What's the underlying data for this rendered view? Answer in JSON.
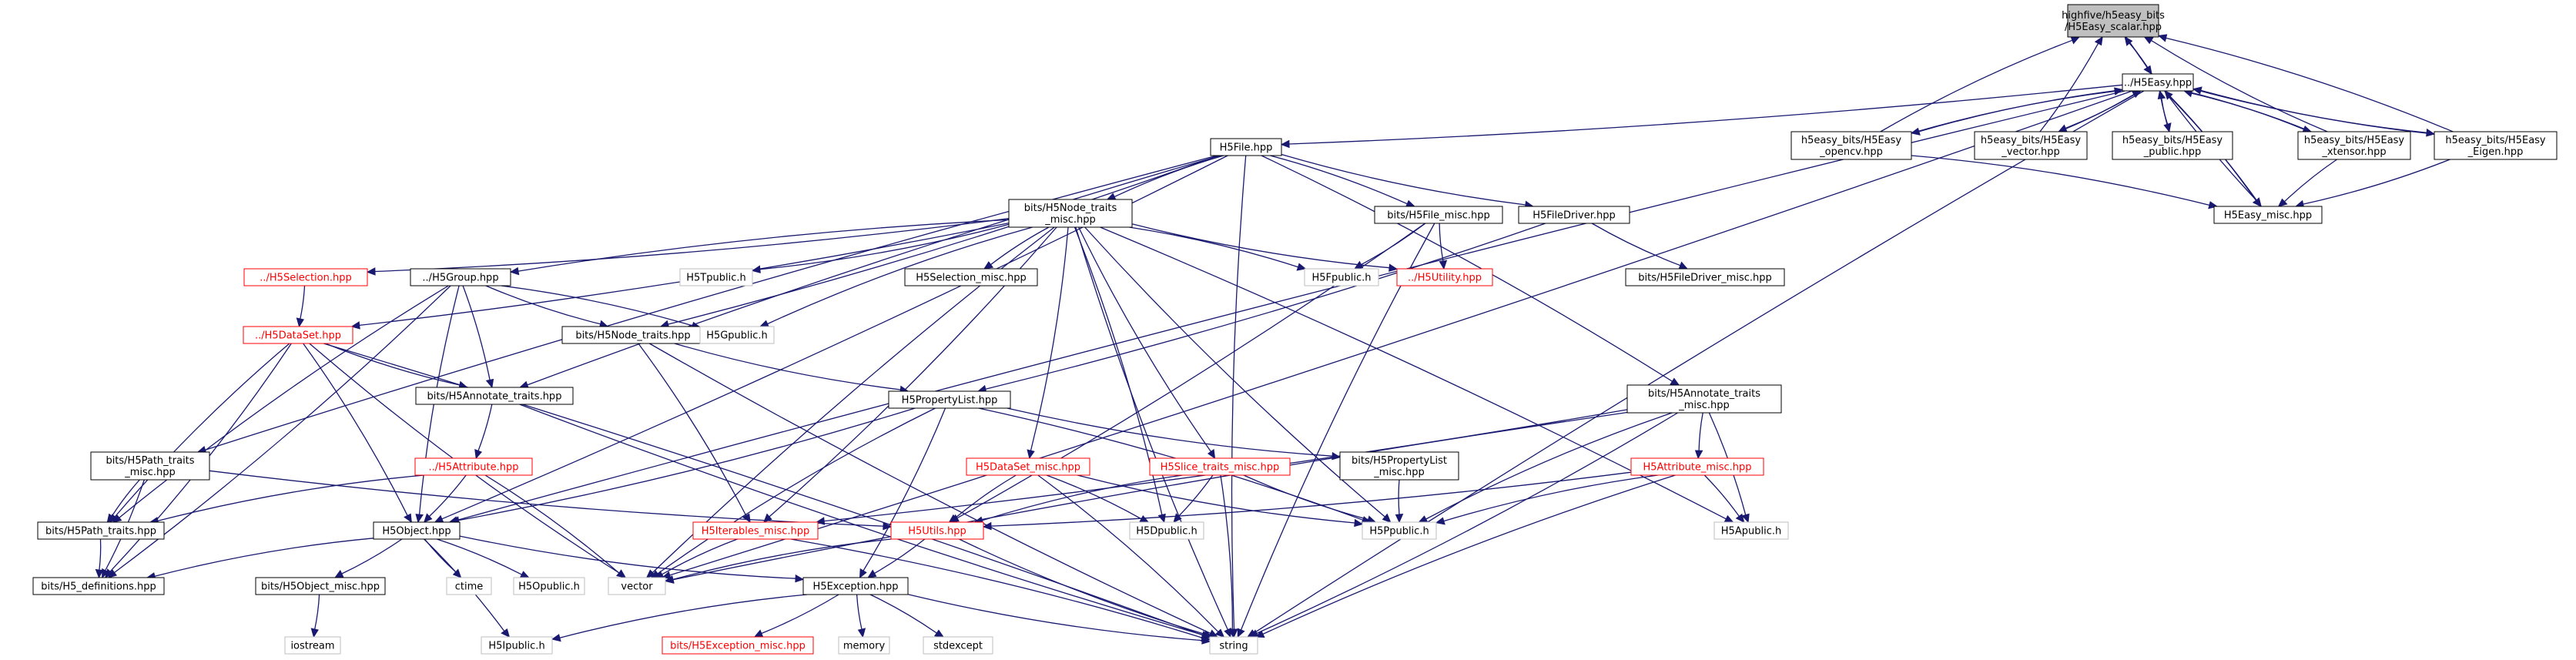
{
  "diagram": {
    "type": "include-dependency-graph",
    "colors": {
      "edge": "#191970",
      "focus_fill": "#bfbfbf",
      "documented_border": "#000000",
      "undocumented_border": "#bfbfbf",
      "missing_border": "#ff0000",
      "missing_text": "#ff0000"
    },
    "nodes": [
      {
        "id": "scalar",
        "lines": [
          "highfive/h5easy_bits",
          "/H5Easy_scalar.hpp"
        ],
        "style": "focus"
      },
      {
        "id": "h5easy",
        "lines": [
          "../H5Easy.hpp"
        ],
        "style": "normal"
      },
      {
        "id": "opencv",
        "lines": [
          "h5easy_bits/H5Easy",
          "_opencv.hpp"
        ],
        "style": "normal"
      },
      {
        "id": "vectorh",
        "lines": [
          "h5easy_bits/H5Easy",
          "_vector.hpp"
        ],
        "style": "normal"
      },
      {
        "id": "publich",
        "lines": [
          "h5easy_bits/H5Easy",
          "_public.hpp"
        ],
        "style": "normal"
      },
      {
        "id": "xtensor",
        "lines": [
          "h5easy_bits/H5Easy",
          "_xtensor.hpp"
        ],
        "style": "normal"
      },
      {
        "id": "eigen",
        "lines": [
          "h5easy_bits/H5Easy",
          "_Eigen.hpp"
        ],
        "style": "normal"
      },
      {
        "id": "easymisc",
        "lines": [
          "H5Easy_misc.hpp"
        ],
        "style": "normal"
      },
      {
        "id": "h5file",
        "lines": [
          "H5File.hpp"
        ],
        "style": "normal"
      },
      {
        "id": "nodetraitsmisc",
        "lines": [
          "bits/H5Node_traits",
          "_misc.hpp"
        ],
        "style": "normal"
      },
      {
        "id": "filemisc",
        "lines": [
          "bits/H5File_misc.hpp"
        ],
        "style": "normal"
      },
      {
        "id": "filedriver",
        "lines": [
          "H5FileDriver.hpp"
        ],
        "style": "normal"
      },
      {
        "id": "selection",
        "lines": [
          "../H5Selection.hpp"
        ],
        "style": "missing"
      },
      {
        "id": "group",
        "lines": [
          "../H5Group.hpp"
        ],
        "style": "normal"
      },
      {
        "id": "tpublic",
        "lines": [
          "H5Tpublic.h"
        ],
        "style": "undocumented"
      },
      {
        "id": "selmisc",
        "lines": [
          "H5Selection_misc.hpp"
        ],
        "style": "normal"
      },
      {
        "id": "fpublic",
        "lines": [
          "H5Fpublic.h"
        ],
        "style": "undocumented"
      },
      {
        "id": "utility",
        "lines": [
          "../H5Utility.hpp"
        ],
        "style": "missing"
      },
      {
        "id": "filedrivermisc",
        "lines": [
          "bits/H5FileDriver_misc.hpp"
        ],
        "style": "normal"
      },
      {
        "id": "dataset",
        "lines": [
          "../H5DataSet.hpp"
        ],
        "style": "missing"
      },
      {
        "id": "nodetraits",
        "lines": [
          "bits/H5Node_traits.hpp"
        ],
        "style": "normal"
      },
      {
        "id": "gpublic",
        "lines": [
          "H5Gpublic.h"
        ],
        "style": "undocumented"
      },
      {
        "id": "annotatetraits",
        "lines": [
          "bits/H5Annotate_traits.hpp"
        ],
        "style": "normal"
      },
      {
        "id": "proplist",
        "lines": [
          "H5PropertyList.hpp"
        ],
        "style": "normal"
      },
      {
        "id": "annotatemisc",
        "lines": [
          "bits/H5Annotate_traits",
          "_misc.hpp"
        ],
        "style": "normal"
      },
      {
        "id": "pathtraitsmisc",
        "lines": [
          "bits/H5Path_traits",
          "_misc.hpp"
        ],
        "style": "normal"
      },
      {
        "id": "attribute",
        "lines": [
          "../H5Attribute.hpp"
        ],
        "style": "missing"
      },
      {
        "id": "datasetmisc",
        "lines": [
          "H5DataSet_misc.hpp"
        ],
        "style": "missing"
      },
      {
        "id": "slicemisc",
        "lines": [
          "H5Slice_traits_misc.hpp"
        ],
        "style": "missing"
      },
      {
        "id": "proplistmisc",
        "lines": [
          "bits/H5PropertyList",
          "_misc.hpp"
        ],
        "style": "normal"
      },
      {
        "id": "attrmisc",
        "lines": [
          "H5Attribute_misc.hpp"
        ],
        "style": "missing"
      },
      {
        "id": "pathtraits",
        "lines": [
          "bits/H5Path_traits.hpp"
        ],
        "style": "normal"
      },
      {
        "id": "object",
        "lines": [
          "H5Object.hpp"
        ],
        "style": "normal"
      },
      {
        "id": "iterables",
        "lines": [
          "H5Iterables_misc.hpp"
        ],
        "style": "missing"
      },
      {
        "id": "utils",
        "lines": [
          "H5Utils.hpp"
        ],
        "style": "missing"
      },
      {
        "id": "dpublic",
        "lines": [
          "H5Dpublic.h"
        ],
        "style": "undocumented"
      },
      {
        "id": "ppublic",
        "lines": [
          "H5Ppublic.h"
        ],
        "style": "undocumented"
      },
      {
        "id": "apublic",
        "lines": [
          "H5Apublic.h"
        ],
        "style": "undocumented"
      },
      {
        "id": "definitions",
        "lines": [
          "bits/H5_definitions.hpp"
        ],
        "style": "normal"
      },
      {
        "id": "objmisc",
        "lines": [
          "bits/H5Object_misc.hpp"
        ],
        "style": "normal"
      },
      {
        "id": "ctime",
        "lines": [
          "ctime"
        ],
        "style": "undocumented"
      },
      {
        "id": "opublic",
        "lines": [
          "H5Opublic.h"
        ],
        "style": "undocumented"
      },
      {
        "id": "vector",
        "lines": [
          "vector"
        ],
        "style": "undocumented"
      },
      {
        "id": "exception",
        "lines": [
          "H5Exception.hpp"
        ],
        "style": "normal"
      },
      {
        "id": "iostream",
        "lines": [
          "iostream"
        ],
        "style": "undocumented"
      },
      {
        "id": "ipublic",
        "lines": [
          "H5Ipublic.h"
        ],
        "style": "undocumented"
      },
      {
        "id": "excmisc",
        "lines": [
          "bits/H5Exception_misc.hpp"
        ],
        "style": "missing"
      },
      {
        "id": "memory",
        "lines": [
          "memory"
        ],
        "style": "undocumented"
      },
      {
        "id": "stdexcept",
        "lines": [
          "stdexcept"
        ],
        "style": "undocumented"
      },
      {
        "id": "string",
        "lines": [
          "string"
        ],
        "style": "undocumented"
      }
    ],
    "edges": [
      [
        "h5easy",
        "scalar"
      ],
      [
        "scalar",
        "h5easy"
      ],
      [
        "scalar",
        "easymisc"
      ],
      [
        "opencv",
        "scalar"
      ],
      [
        "vectorh",
        "scalar"
      ],
      [
        "xtensor",
        "scalar"
      ],
      [
        "eigen",
        "scalar"
      ],
      [
        "h5easy",
        "h5file"
      ],
      [
        "h5easy",
        "opencv"
      ],
      [
        "h5easy",
        "vectorh"
      ],
      [
        "h5easy",
        "publich"
      ],
      [
        "h5easy",
        "xtensor"
      ],
      [
        "h5easy",
        "eigen"
      ],
      [
        "h5easy",
        "easymisc"
      ],
      [
        "h5easy",
        "string"
      ],
      [
        "h5easy",
        "vector"
      ],
      [
        "h5easy",
        "object"
      ],
      [
        "opencv",
        "h5easy"
      ],
      [
        "vectorh",
        "h5easy"
      ],
      [
        "publich",
        "h5easy"
      ],
      [
        "xtensor",
        "h5easy"
      ],
      [
        "eigen",
        "h5easy"
      ],
      [
        "easymisc",
        "h5easy"
      ],
      [
        "opencv",
        "easymisc"
      ],
      [
        "xtensor",
        "easymisc"
      ],
      [
        "eigen",
        "easymisc"
      ],
      [
        "h5file",
        "nodetraitsmisc"
      ],
      [
        "h5file",
        "filemisc"
      ],
      [
        "h5file",
        "filedriver"
      ],
      [
        "h5file",
        "nodetraits"
      ],
      [
        "h5file",
        "annotatetraits"
      ],
      [
        "h5file",
        "annotatemisc"
      ],
      [
        "h5file",
        "pathtraitsmisc"
      ],
      [
        "h5file",
        "object"
      ],
      [
        "h5file",
        "string"
      ],
      [
        "nodetraitsmisc",
        "selection"
      ],
      [
        "nodetraitsmisc",
        "group"
      ],
      [
        "nodetraitsmisc",
        "tpublic"
      ],
      [
        "nodetraitsmisc",
        "selmisc"
      ],
      [
        "nodetraitsmisc",
        "fpublic"
      ],
      [
        "nodetraitsmisc",
        "utility"
      ],
      [
        "nodetraitsmisc",
        "dataset"
      ],
      [
        "nodetraitsmisc",
        "gpublic"
      ],
      [
        "nodetraitsmisc",
        "datasetmisc"
      ],
      [
        "nodetraitsmisc",
        "slicemisc"
      ],
      [
        "nodetraitsmisc",
        "iterables"
      ],
      [
        "nodetraitsmisc",
        "vector"
      ],
      [
        "nodetraitsmisc",
        "dpublic"
      ],
      [
        "nodetraitsmisc",
        "ppublic"
      ],
      [
        "nodetraitsmisc",
        "apublic"
      ],
      [
        "nodetraitsmisc",
        "string"
      ],
      [
        "filemisc",
        "fpublic"
      ],
      [
        "filemisc",
        "utility"
      ],
      [
        "filemisc",
        "utils"
      ],
      [
        "filemisc",
        "string"
      ],
      [
        "filedriver",
        "proplist"
      ],
      [
        "filedriver",
        "filedrivermisc"
      ],
      [
        "selection",
        "dataset"
      ],
      [
        "group",
        "nodetraits"
      ],
      [
        "group",
        "annotatetraits"
      ],
      [
        "group",
        "object"
      ],
      [
        "group",
        "gpublic"
      ],
      [
        "group",
        "pathtraits"
      ],
      [
        "group",
        "definitions"
      ],
      [
        "dataset",
        "annotatetraits"
      ],
      [
        "dataset",
        "object"
      ],
      [
        "dataset",
        "pathtraits"
      ],
      [
        "dataset",
        "definitions"
      ],
      [
        "dataset",
        "vector"
      ],
      [
        "dataset",
        "string"
      ],
      [
        "nodetraits",
        "proplist"
      ],
      [
        "nodetraits",
        "iterables"
      ],
      [
        "nodetraits",
        "string"
      ],
      [
        "annotatetraits",
        "attribute"
      ],
      [
        "annotatetraits",
        "string"
      ],
      [
        "proplist",
        "object"
      ],
      [
        "proplist",
        "vector"
      ],
      [
        "proplist",
        "ppublic"
      ],
      [
        "proplist",
        "proplistmisc"
      ],
      [
        "proplist",
        "exception"
      ],
      [
        "annotatemisc",
        "attrmisc"
      ],
      [
        "annotatemisc",
        "iterables"
      ],
      [
        "annotatemisc",
        "ppublic"
      ],
      [
        "annotatemisc",
        "apublic"
      ],
      [
        "annotatemisc",
        "vector"
      ],
      [
        "annotatemisc",
        "string"
      ],
      [
        "pathtraitsmisc",
        "pathtraits"
      ],
      [
        "pathtraitsmisc",
        "definitions"
      ],
      [
        "pathtraitsmisc",
        "utils"
      ],
      [
        "attribute",
        "object"
      ],
      [
        "attribute",
        "pathtraits"
      ],
      [
        "attribute",
        "vector"
      ],
      [
        "datasetmisc",
        "utils"
      ],
      [
        "datasetmisc",
        "dpublic"
      ],
      [
        "datasetmisc",
        "ppublic"
      ],
      [
        "datasetmisc",
        "string"
      ],
      [
        "slicemisc",
        "utils"
      ],
      [
        "slicemisc",
        "dpublic"
      ],
      [
        "slicemisc",
        "ppublic"
      ],
      [
        "slicemisc",
        "string"
      ],
      [
        "proplistmisc",
        "ppublic"
      ],
      [
        "attrmisc",
        "utils"
      ],
      [
        "attrmisc",
        "ppublic"
      ],
      [
        "attrmisc",
        "apublic"
      ],
      [
        "attrmisc",
        "string"
      ],
      [
        "pathtraits",
        "definitions"
      ],
      [
        "object",
        "definitions"
      ],
      [
        "object",
        "objmisc"
      ],
      [
        "object",
        "ctime"
      ],
      [
        "object",
        "opublic"
      ],
      [
        "object",
        "exception"
      ],
      [
        "object",
        "ipublic"
      ],
      [
        "iterables",
        "vector"
      ],
      [
        "iterables",
        "string"
      ],
      [
        "utils",
        "vector"
      ],
      [
        "utils",
        "exception"
      ],
      [
        "utils",
        "string"
      ],
      [
        "objmisc",
        "iostream"
      ],
      [
        "exception",
        "ipublic"
      ],
      [
        "exception",
        "excmisc"
      ],
      [
        "exception",
        "memory"
      ],
      [
        "exception",
        "stdexcept"
      ],
      [
        "exception",
        "string"
      ]
    ]
  }
}
